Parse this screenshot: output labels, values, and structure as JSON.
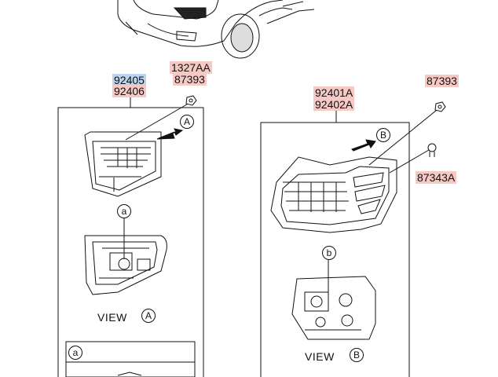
{
  "labels": {
    "p1327AA": "1327AA",
    "p87393_left": "87393",
    "p92405": "92405",
    "p92406": "92406",
    "p92401A": "92401A",
    "p92402A": "92402A",
    "p87393_right": "87393",
    "p87343A": "87343A"
  },
  "callouts": {
    "A_top": "A",
    "B_top": "B",
    "a_detail": "a",
    "b_detail": "b",
    "a_table": "a"
  },
  "views": {
    "left_word": "VIEW",
    "left_letter": "A",
    "right_word": "VIEW",
    "right_letter": "B"
  },
  "colors": {
    "highlight_pink": "#f7c9c4",
    "highlight_blue": "#b9d4ee"
  }
}
